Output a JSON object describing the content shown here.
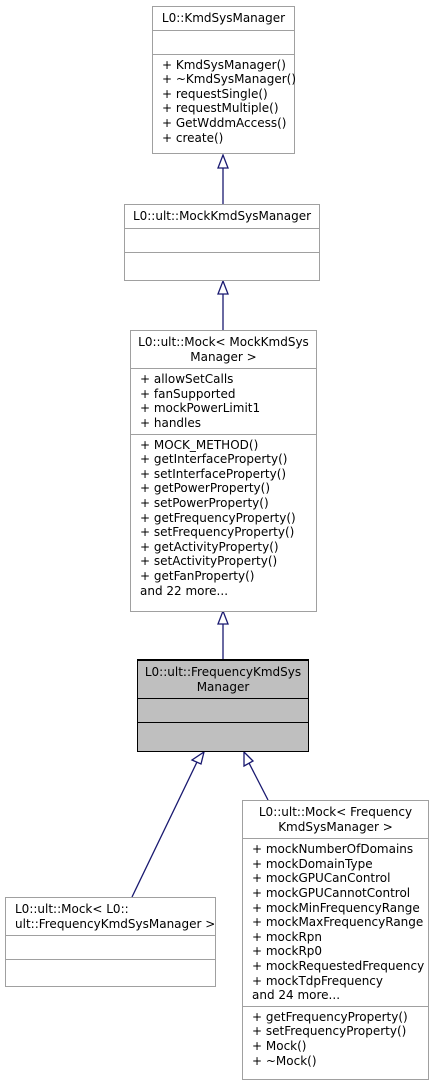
{
  "nodes": {
    "kmd": {
      "title": [
        "L0::KmdSysManager"
      ],
      "attributes": [],
      "methods": [
        "+ KmdSysManager()",
        "+ ~KmdSysManager()",
        "+ requestSingle()",
        "+ requestMultiple()",
        "+ GetWddmAccess()",
        "+ create()"
      ]
    },
    "mockKmd": {
      "title": [
        "L0::ult::MockKmdSysManager"
      ],
      "attributes": [],
      "methods": []
    },
    "mockT": {
      "title": [
        "L0::ult::Mock< MockKmdSys",
        "Manager >"
      ],
      "attributes": [
        "+ allowSetCalls",
        "+ fanSupported",
        "+ mockPowerLimit1",
        "+ handles"
      ],
      "methods": [
        "+ MOCK_METHOD()",
        "+ getInterfaceProperty()",
        "+ setInterfaceProperty()",
        "+ getPowerProperty()",
        "+ setPowerProperty()",
        "+ getFrequencyProperty()",
        "+ setFrequencyProperty()",
        "+ getActivityProperty()",
        "+ setActivityProperty()",
        "+ getFanProperty()",
        "and 22 more..."
      ]
    },
    "freq": {
      "title": [
        "L0::ult::FrequencyKmdSys",
        "Manager"
      ],
      "attributes": [],
      "methods": []
    },
    "mockL0": {
      "title": [
        "L0::ult::Mock< L0::",
        "ult::FrequencyKmdSysManager >"
      ],
      "attributes": [],
      "methods": []
    },
    "mockFreq": {
      "title": [
        "L0::ult::Mock< Frequency",
        "KmdSysManager >"
      ],
      "attributes": [
        "+ mockNumberOfDomains",
        "+ mockDomainType",
        "+ mockGPUCanControl",
        "+ mockGPUCannotControl",
        "+ mockMinFrequencyRange",
        "+ mockMaxFrequencyRange",
        "+ mockRpn",
        "+ mockRp0",
        "+ mockRequestedFrequency",
        "+ mockTdpFrequency",
        "and 24 more..."
      ],
      "methods": [
        "+ getFrequencyProperty()",
        "+ setFrequencyProperty()",
        "+ Mock()",
        "+ ~Mock()"
      ]
    }
  },
  "colors": {
    "edge": "#191970",
    "border": "#a0a0a0",
    "focus_fill": "#bfbfbf"
  }
}
